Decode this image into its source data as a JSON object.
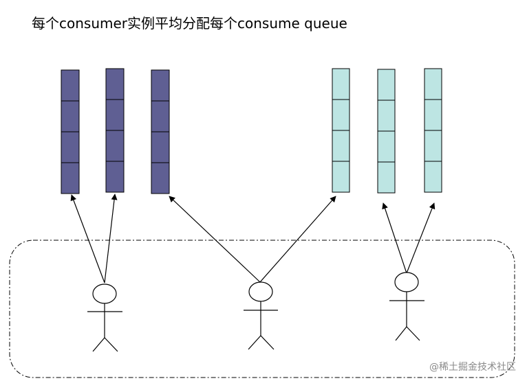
{
  "title": "每个consumer实例平均分配每个consume queue",
  "watermark": "@稀土掘金技术社区",
  "colors": {
    "queue_group_a": "#5f5f93",
    "queue_group_b": "#bde5e3",
    "line": "#000000",
    "background": "#ffffff"
  },
  "queues": {
    "group_a_count": 3,
    "group_b_count": 3,
    "cells_per_queue": 4
  },
  "consumers": {
    "count": 3,
    "icon": "stick-figure-icon"
  }
}
